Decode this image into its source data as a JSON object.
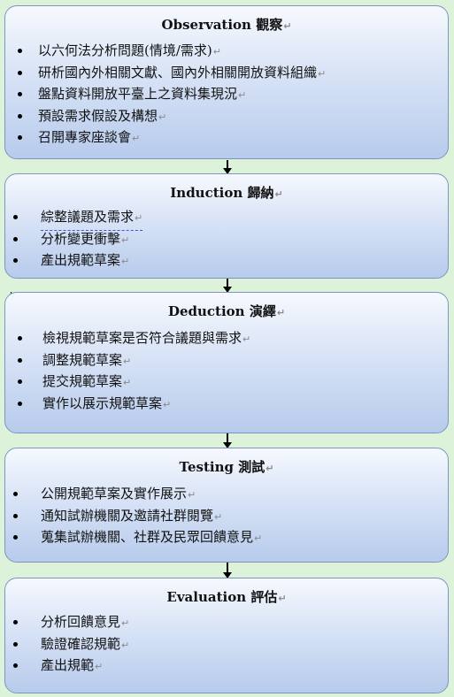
{
  "stages": [
    {
      "title_en": "Observation",
      "title_zh": "觀察",
      "items": [
        "以六何法分析問題(情境/需求)",
        "研析國內外相關文獻、國內外相關開放資料組織",
        "盤點資料開放平臺上之資料集現況",
        "預設需求假設及構想",
        "召開專家座談會"
      ]
    },
    {
      "title_en": "Induction",
      "title_zh": "歸納",
      "items": [
        "綜整議題及需求",
        "分析變更衝擊",
        "產出規範草案"
      ]
    },
    {
      "title_en": "Deduction",
      "title_zh": "演繹",
      "items": [
        "檢視規範草案是否符合議題與需求",
        "調整規範草案",
        "提交規範草案",
        "實作以展示規範草案"
      ]
    },
    {
      "title_en": "Testing",
      "title_zh": "測試",
      "items": [
        "公開規範草案及實作展示",
        "通知試辦機關及邀請社群閱覽",
        "蒐集試辦機關、社群及民眾回饋意見"
      ]
    },
    {
      "title_en": "Evaluation",
      "title_zh": "評估",
      "items": [
        "分析回饋意見",
        "驗證確認規範",
        "產出規範"
      ]
    }
  ],
  "paragraph_mark": "↵"
}
